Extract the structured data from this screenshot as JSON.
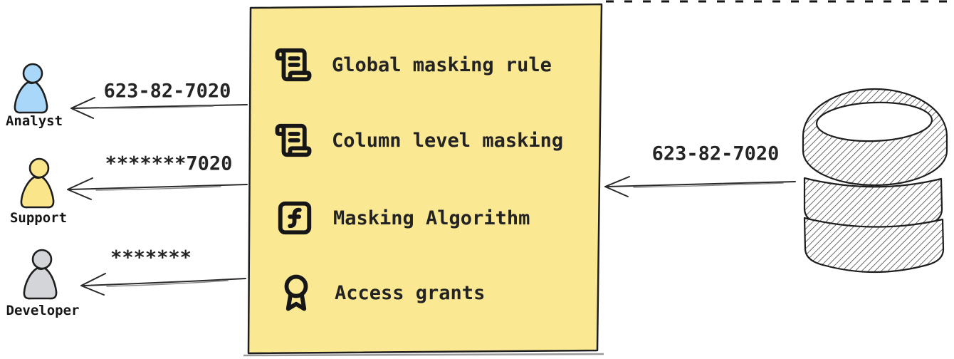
{
  "diagram": {
    "title_hint": "data masking flow",
    "personas": [
      {
        "name": "Analyst",
        "received_value": "623-82-7020",
        "fill": "#a9d7fa"
      },
      {
        "name": "Support",
        "received_value": "*******7020",
        "fill": "#fae58a"
      },
      {
        "name": "Developer",
        "received_value": "*******",
        "fill": "#d3d5d9"
      }
    ],
    "masking_box": {
      "fill": "#fbe893",
      "items": [
        {
          "icon": "scroll-text-icon",
          "label": "Global masking rule"
        },
        {
          "icon": "scroll-text-icon",
          "label": "Column level masking"
        },
        {
          "icon": "function-square-icon",
          "label": "Masking Algorithm"
        },
        {
          "icon": "award-icon",
          "label": "Access grants"
        }
      ]
    },
    "database": {
      "outgoing_value": "623-82-7020"
    },
    "colors": {
      "ink": "#1e1e1e",
      "arrow": "#2a2a2a",
      "sketch_gray": "#8a8a8a"
    }
  }
}
